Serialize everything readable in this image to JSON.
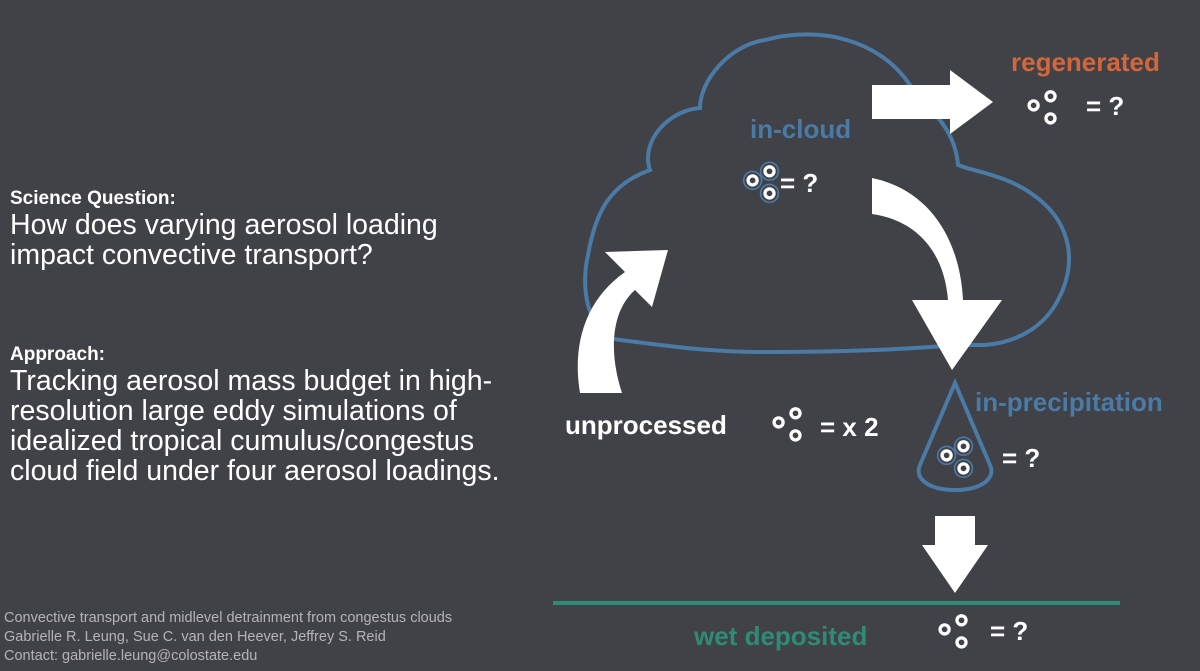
{
  "science": {
    "heading": "Science Question:",
    "text_line1": "How does varying aerosol loading",
    "text_line2": "impact convective transport?"
  },
  "approach": {
    "heading": "Approach:",
    "text_line1": "Tracking aerosol mass budget in high-",
    "text_line2": "resolution large eddy simulations of",
    "text_line3": "idealized tropical cumulus/congestus",
    "text_line4": "cloud field under four aerosol loadings."
  },
  "footer": {
    "line1": "Convective transport and midlevel detrainment from congestus clouds",
    "line2": "Gabrielle R. Leung, Sue C. van den Heever, Jeffrey S. Reid",
    "line3": "Contact: gabrielle.leung@colostate.edu"
  },
  "diagram": {
    "regenerated_label": "regenerated",
    "regenerated_value": "= ?",
    "in_cloud_label": "in-cloud",
    "in_cloud_value": "= ?",
    "unprocessed_label": "unprocessed",
    "unprocessed_value": "= x 2",
    "in_precip_label": "in-precipitation",
    "in_precip_value": "= ?",
    "wet_deposited_label": "wet deposited",
    "wet_deposited_value": "= ?"
  },
  "colors": {
    "background": "#414148",
    "cloud_blue": "#4a7aa6",
    "regenerated_orange": "#d2673a",
    "deposited_green": "#2f8c74",
    "white": "#ffffff"
  },
  "icons": [
    "aerosol-particles-icon",
    "arrow-icon",
    "raindrop-icon"
  ]
}
